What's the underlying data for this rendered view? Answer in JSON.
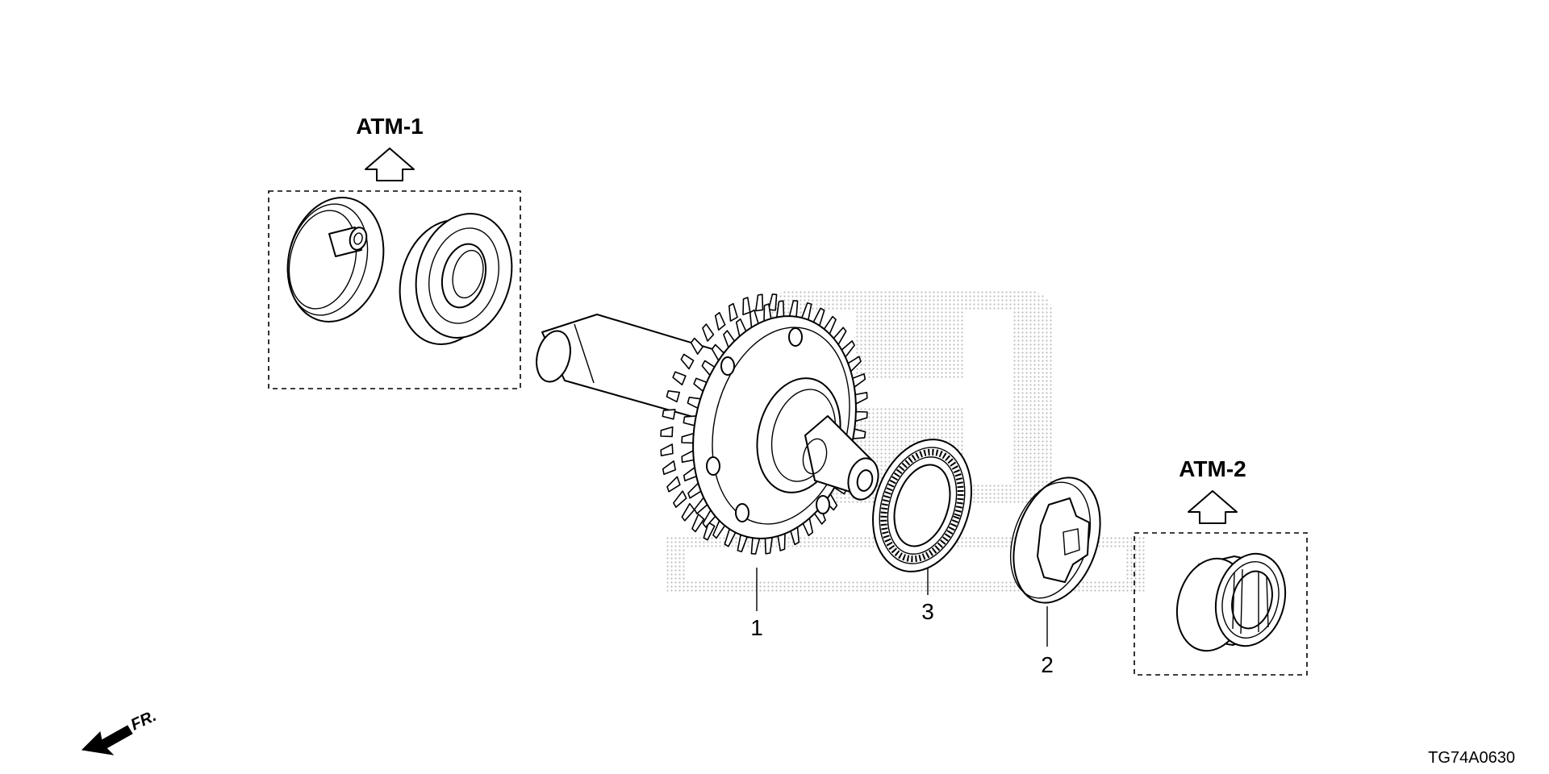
{
  "references": [
    {
      "id": "atm1",
      "label": "ATM-1"
    },
    {
      "id": "atm2",
      "label": "ATM-2"
    }
  ],
  "callouts": [
    {
      "id": "c1",
      "label": "1"
    },
    {
      "id": "c2",
      "label": "2"
    },
    {
      "id": "c3",
      "label": "3"
    }
  ],
  "direction_label": "FR.",
  "diagram_code": "TG74A0630",
  "colors": {
    "line": "#000000",
    "background": "#ffffff",
    "watermark": "#bdbdbd"
  },
  "watermark_icon": "brand-logo-watermark"
}
